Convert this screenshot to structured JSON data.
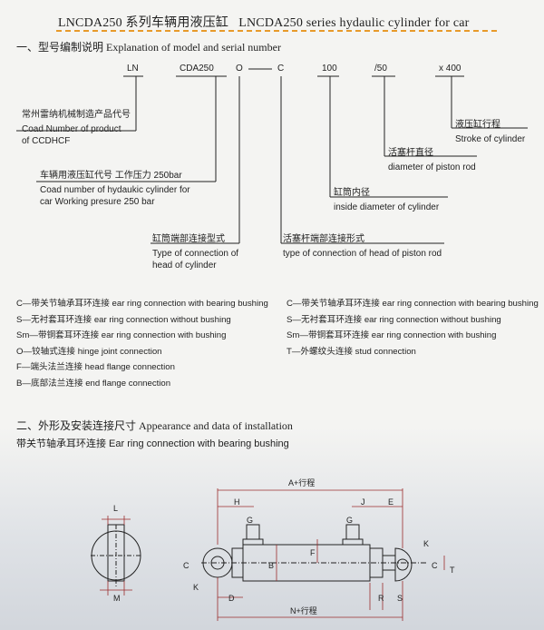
{
  "header": {
    "title_cn": "LNCDA250 系列车辆用液压缸",
    "title_en": "LNCDA250  series hydaulic cylinder for car"
  },
  "section1": {
    "heading": "一、型号编制说明 Explanation of model and serial number",
    "codes": [
      "LN",
      "CDA250",
      "O",
      "C",
      "100",
      "/50",
      "x 400"
    ],
    "items": [
      {
        "cn": "常州雷纳机械制造产品代号",
        "en1": "Coad Number of product",
        "en2": "of CCDHCF"
      },
      {
        "cn": "车辆用液压缸代号  工作压力 250bar",
        "en1": "Coad number of hydaukic cylinder for",
        "en2": "car Working presure 250 bar"
      },
      {
        "cn": "缸筒端部连接型式",
        "en1": "Type of connection of",
        "en2": "head of cylinder"
      },
      {
        "cn": "活塞杆端部连接形式",
        "en1": "type of connection of head of piston rod"
      },
      {
        "cn": "缸筒内径",
        "en1": "inside diameter of cylinder"
      },
      {
        "cn": "活塞杆直径",
        "en1": "diameter of piston rod"
      },
      {
        "cn": "液压缸行程",
        "en1": "Stroke of cylinder"
      }
    ]
  },
  "connections_head": [
    "C—带关节轴承耳环连接 ear ring connection with bearing bushing",
    "S—无衬套耳环连接 ear ring connection without bushing",
    "Sm—带铜套耳环连接 ear ring connection with  bushing",
    "O—铰轴式连接 hinge joint connection",
    "F—端头法兰连接 head flange connection",
    "B—底部法兰连接 end flange connection"
  ],
  "connections_rod": [
    "C—带关节轴承耳环连接 ear ring connection with bearing bushing",
    "S—无衬套耳环连接 ear ring connection without bushing",
    "Sm—带铜套耳环连接 ear ring connection with  bushing",
    "T—外螺纹头连接 stud connection"
  ],
  "section2": {
    "heading": "二、外形及安装连接尺寸 Appearance and data of installation",
    "subheading": "带关节轴承耳环连接  Ear ring connection with bearing bushing"
  },
  "dims": {
    "a_stroke": "A+行程",
    "n_stroke": "N+行程",
    "H": "H",
    "J": "J",
    "E": "E",
    "G1": "G",
    "G2": "G",
    "F": "F",
    "C1": "C",
    "C2": "C",
    "B": "B",
    "K1": "K",
    "K2": "K",
    "T": "T",
    "D": "D",
    "R": "R",
    "S": "S",
    "L": "L",
    "M": "M"
  }
}
